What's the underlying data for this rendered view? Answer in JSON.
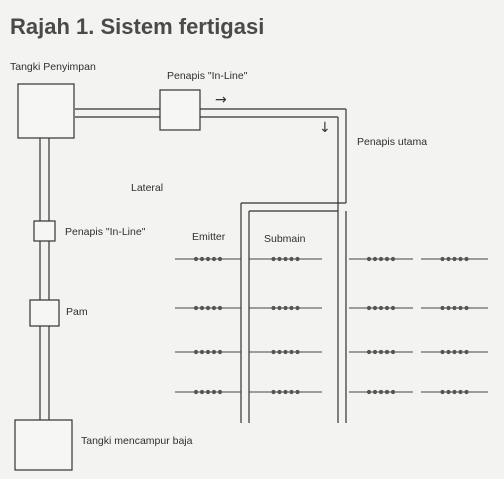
{
  "title": "Rajah 1. Sistem fertigasi",
  "labels": {
    "tangki_penyimpan": "Tangki Penyimpan",
    "penapis_inline_top": "Penapis \"In-Line\"",
    "penapis_utama": "Penapis utama",
    "lateral": "Lateral",
    "penapis_inline_left": "Penapis \"In-Line\"",
    "emitter": "Emitter",
    "submain": "Submain",
    "pam": "Pam",
    "tangki_mencampur": "Tangki mencampur baja"
  },
  "icons": {
    "flow_right": "→",
    "flow_down": "↓"
  }
}
